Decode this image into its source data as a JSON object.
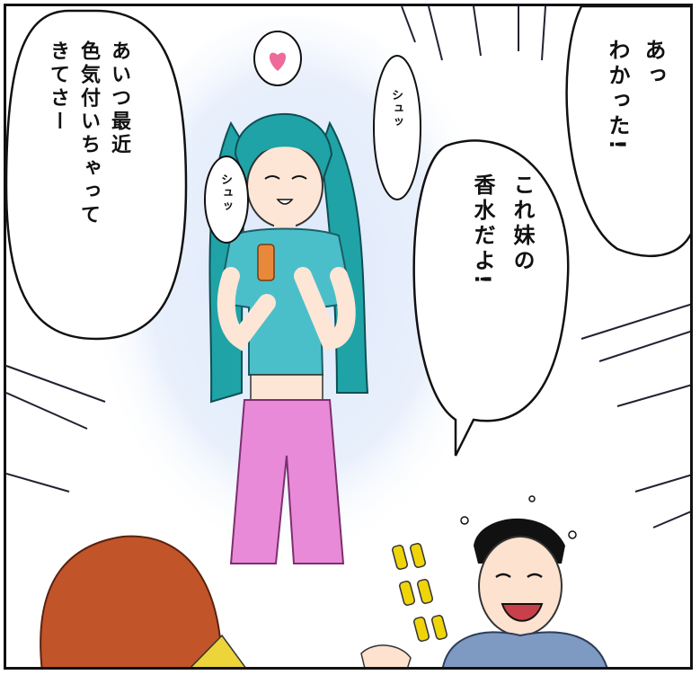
{
  "speech_right_top": {
    "lines": [
      "あっ",
      "わかった!"
    ]
  },
  "speech_right_mid": {
    "lines": [
      "これ妹の",
      "香水だよ!"
    ]
  },
  "speech_left": {
    "lines": [
      "あいつ最近",
      "色気付いちゃって",
      "きてさー"
    ]
  },
  "sfx_spray": [
    "シュッ",
    "シュッ"
  ],
  "colors": {
    "hair_girl": "#1fa3a6",
    "shirt_girl": "#4bbfc9",
    "pants_girl": "#e98ad8",
    "hair_left": "#c2542a",
    "shirt_man": "#7f9ac2",
    "sfx_yellow": "#f0d40a",
    "heart": "#ee6a9a"
  },
  "icons": [
    "heart-icon",
    "sweat-drop-icon"
  ]
}
